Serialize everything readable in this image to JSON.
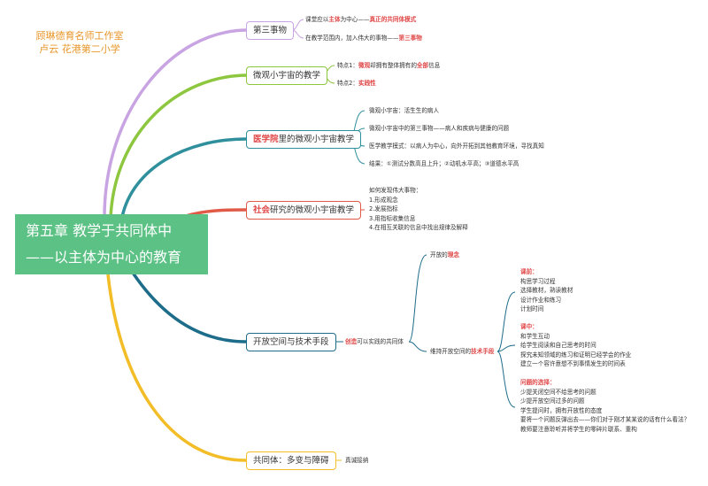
{
  "author": {
    "line1": "顾琳德育名师工作室",
    "line2": "卢云 花港第二小学"
  },
  "root": {
    "line1": "第五章 教学于共同体中",
    "line2": "——以主体为中心的教育"
  },
  "branches": [
    {
      "label": "第三事物",
      "color": "#c9a4e3",
      "leaves": [
        {
          "pre": "课堂应以",
          "hl": "主体",
          "mid": "为中心——",
          "hl2": "真正的共同体模式"
        },
        {
          "pre": "在教学范围内，加入伟大的事物——",
          "hl": "第三事物"
        }
      ]
    },
    {
      "label": "微观小宇宙的教学",
      "color": "#8dc63f",
      "leaves": [
        {
          "pre": "特点1：",
          "hl": "微观",
          "mid": "却拥有整体拥有的",
          "hl2": "全部",
          "post": "信息"
        },
        {
          "pre": "特点2：",
          "hl": "实践性"
        }
      ]
    },
    {
      "label_hl": "医学院",
      "label": "里的微观小宇宙教学",
      "color": "#2f8f9d",
      "leaves": [
        {
          "pre": "微观小宇宙：活生生的病人"
        },
        {
          "pre": "微观小宇宙中的第三事物——病人和疾病与健康的问题"
        },
        {
          "pre": "医学教学模式：以病人为中心，向外开拓到其他教育环境，寻找真知"
        },
        {
          "pre": "结果：①测试分数高且上升；②动机水平高；③道德水平高"
        }
      ]
    },
    {
      "label_hl": "社会",
      "label": "研究的微观小宇宙教学",
      "color": "#e05a47",
      "leaves": [
        {
          "pre": "如何发现伟大事物："
        },
        {
          "pre": "1.形成观念"
        },
        {
          "pre": "2.发展指标"
        },
        {
          "pre": "3.用指标收集信息"
        },
        {
          "pre": "4.在相互关联的信息中找出规律及解释"
        }
      ]
    },
    {
      "label": "开放空间与技术手段",
      "color": "#1d6c8a",
      "sub": {
        "hl": "创造",
        "post": "可以实践的共同体"
      },
      "sub_items": [
        {
          "pre": "开放的",
          "hl": "理念"
        },
        {
          "pre": "维持开放空间的",
          "hl": "技术手段"
        }
      ],
      "groups": [
        {
          "head": "课前：",
          "items": [
            "构思学习过程",
            "选择教材，熟读教材",
            "设计作业和练习",
            "计划时间"
          ]
        },
        {
          "head": "课中：",
          "items": [
            "和学生互动",
            "给学生阅读和自己思考的时间",
            "探究未知领域的练习和证明已经学会的作业",
            "建立一个容许意想不到事情发生的时间表"
          ]
        },
        {
          "head": "问题的选择：",
          "items": [
            "少提关闭空间不给思考的问题",
            "少提开放空间过多的问题",
            "学生提问时，拥有开放性的态度",
            "要将一个问题反弹出去——你们对于刚才某某说的话有什么看法？",
            "教师要注意聆听并将学生的零碎片联系、重构"
          ]
        }
      ]
    },
    {
      "label": "共同体：多变与障碍",
      "color": "#f3bd28",
      "leaves": [
        {
          "pre": "真诚接纳"
        }
      ]
    }
  ]
}
